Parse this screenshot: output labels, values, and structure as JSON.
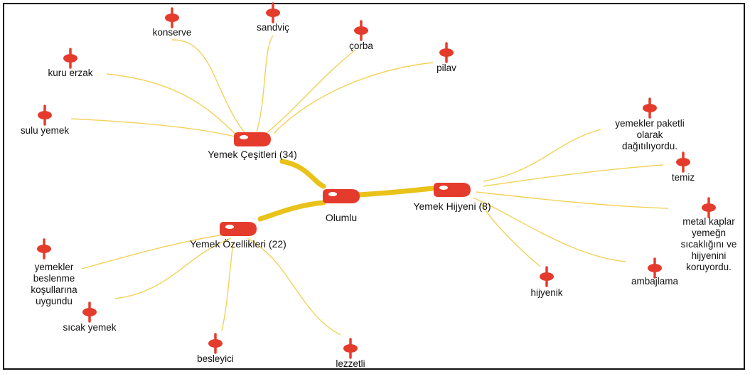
{
  "colors": {
    "node": "#e53b2c",
    "edge": "#f2d25a",
    "trunk": "#e9c21a",
    "text": "#111111"
  },
  "root": {
    "label": "Olumlu"
  },
  "hubs": [
    {
      "id": "yemek-cesitleri",
      "label": "Yemek Çeşitleri (34)",
      "leaves": [
        "konserve",
        "sandviç",
        "çorba",
        "pilav",
        "kuru erzak",
        "sulu yemek"
      ]
    },
    {
      "id": "yemek-ozellikleri",
      "label": "Yemek Özellikleri (22)",
      "leaves": [
        "yemekler beslenme koşullarına uygundu",
        "sıcak yemek",
        "besleyici",
        "lezzetli"
      ]
    },
    {
      "id": "yemek-hijyeni",
      "label": "Yemek Hijyeni (8)",
      "leaves": [
        "yemekler paketli olarak dağıtılıyordu.",
        "temiz",
        "metal kaplar yemeğn sıcaklığını ve hijyenini koruyordu.",
        "ambajlama",
        "hijyenik"
      ]
    }
  ]
}
